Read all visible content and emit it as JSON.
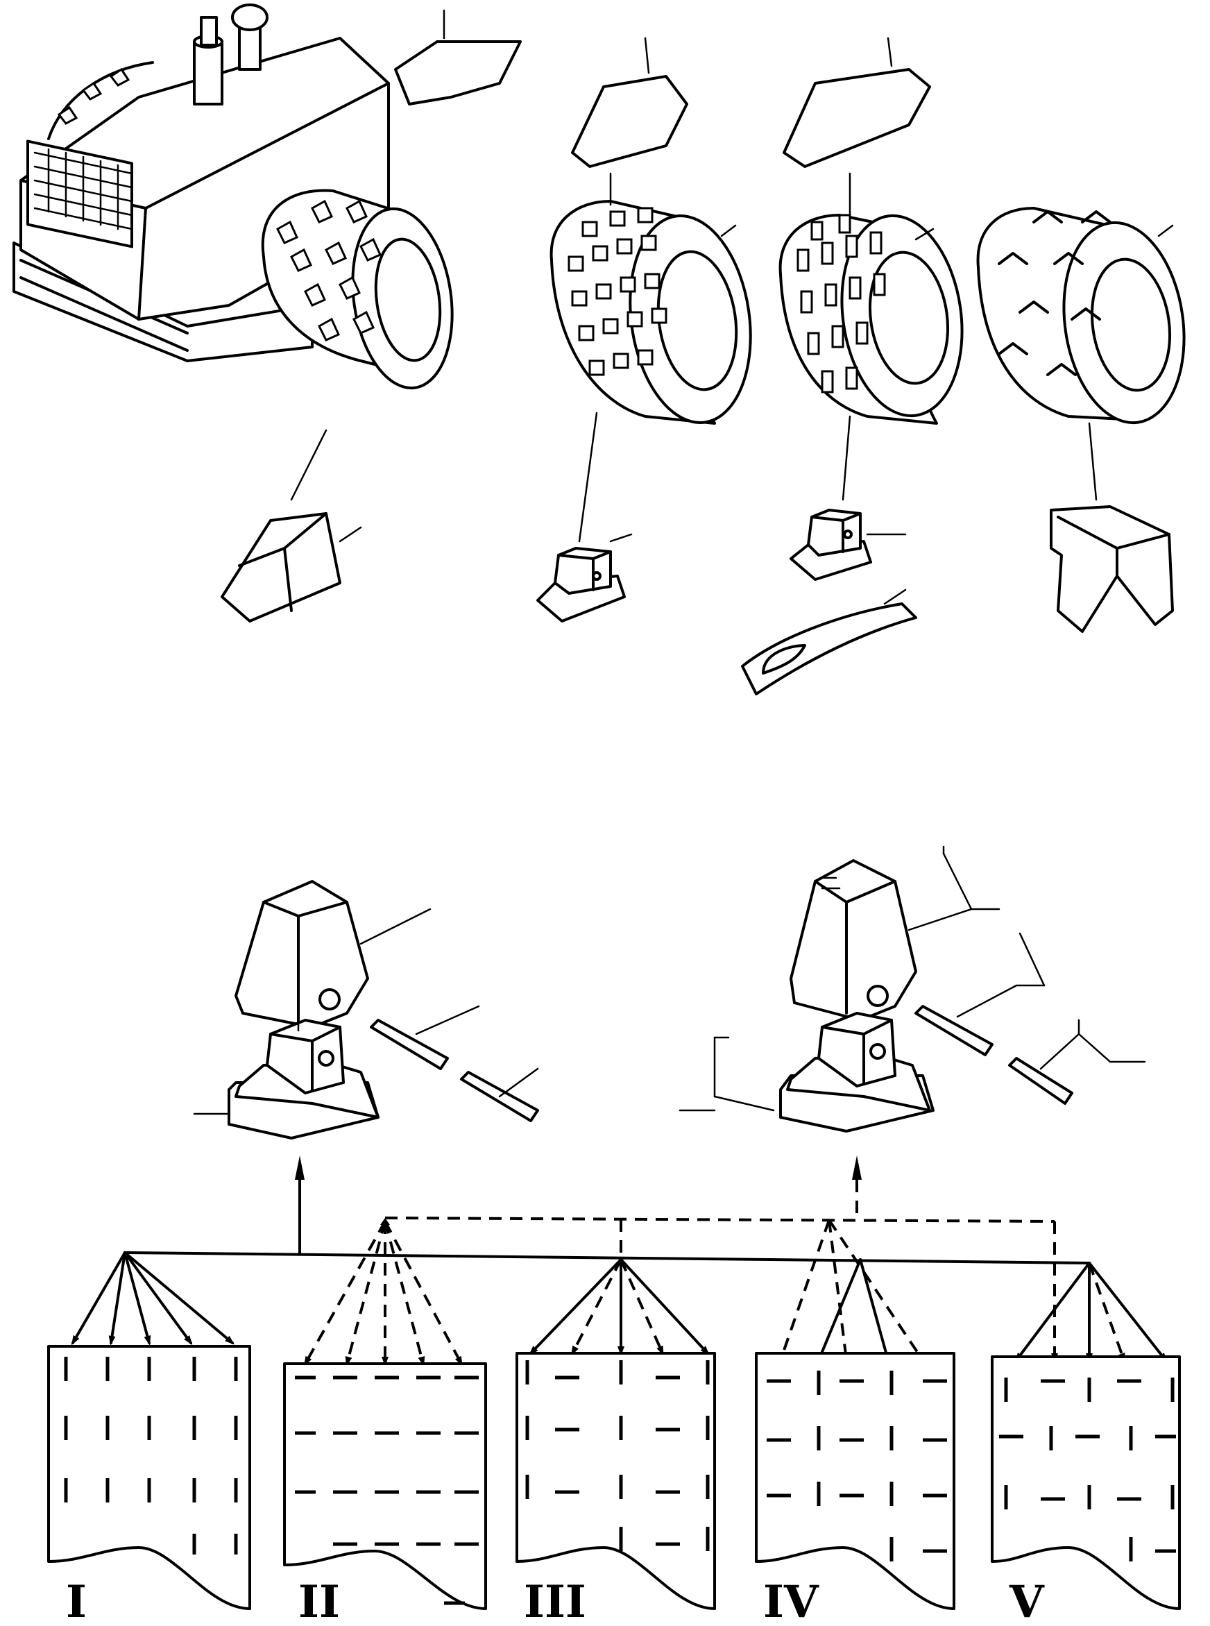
{
  "panels": [
    {
      "numeral": "I",
      "pattern": "vertical"
    },
    {
      "numeral": "II",
      "pattern": "horizontal"
    },
    {
      "numeral": "III",
      "pattern": "mixed"
    },
    {
      "numeral": "IV",
      "pattern": "mixed"
    },
    {
      "numeral": "V",
      "pattern": "staggered"
    }
  ],
  "drums": [
    {
      "tooth": "wedge-pad"
    },
    {
      "tooth": "square-pad"
    },
    {
      "tooth": "block-pad"
    },
    {
      "tooth": "tamping-foot"
    }
  ]
}
